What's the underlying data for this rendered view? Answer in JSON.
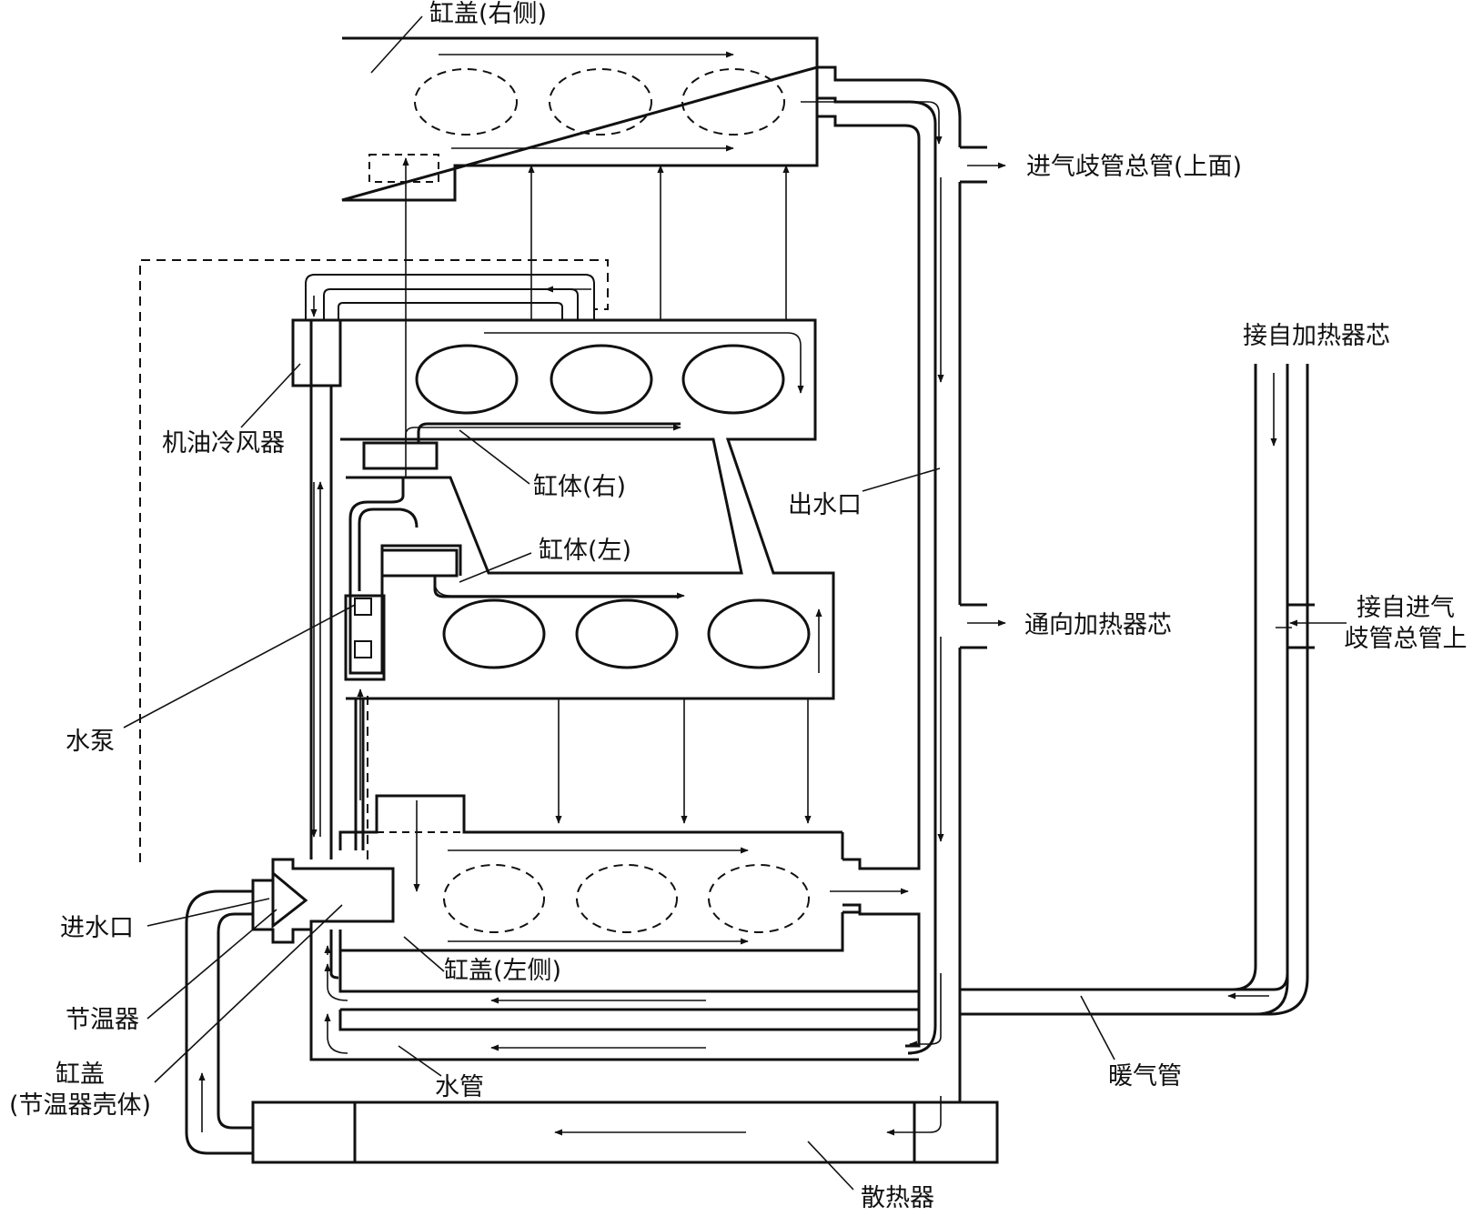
{
  "labels": {
    "head_right": "缸盖(右侧)",
    "intake_manifold": "进气歧管总管(上面)",
    "from_heater_core": "接自加热器芯",
    "oil_cooler": "机油冷风器",
    "block_right": "缸体(右)",
    "outlet": "出水口",
    "block_left": "缸体(左)",
    "to_heater_core": "通向加热器芯",
    "from_intake_line1": "接自进气",
    "from_intake_line2": "歧管总管上",
    "water_pump": "水泵",
    "inlet": "进水口",
    "head_left": "缸盖(左侧)",
    "thermostat": "节温器",
    "head_housing_line1": "缸盖",
    "head_housing_line2": "(节温器壳体)",
    "water_pipe": "水管",
    "heater_pipe": "暖气管",
    "radiator": "散热器"
  },
  "colors": {
    "line": "#111111",
    "background": "#ffffff"
  }
}
